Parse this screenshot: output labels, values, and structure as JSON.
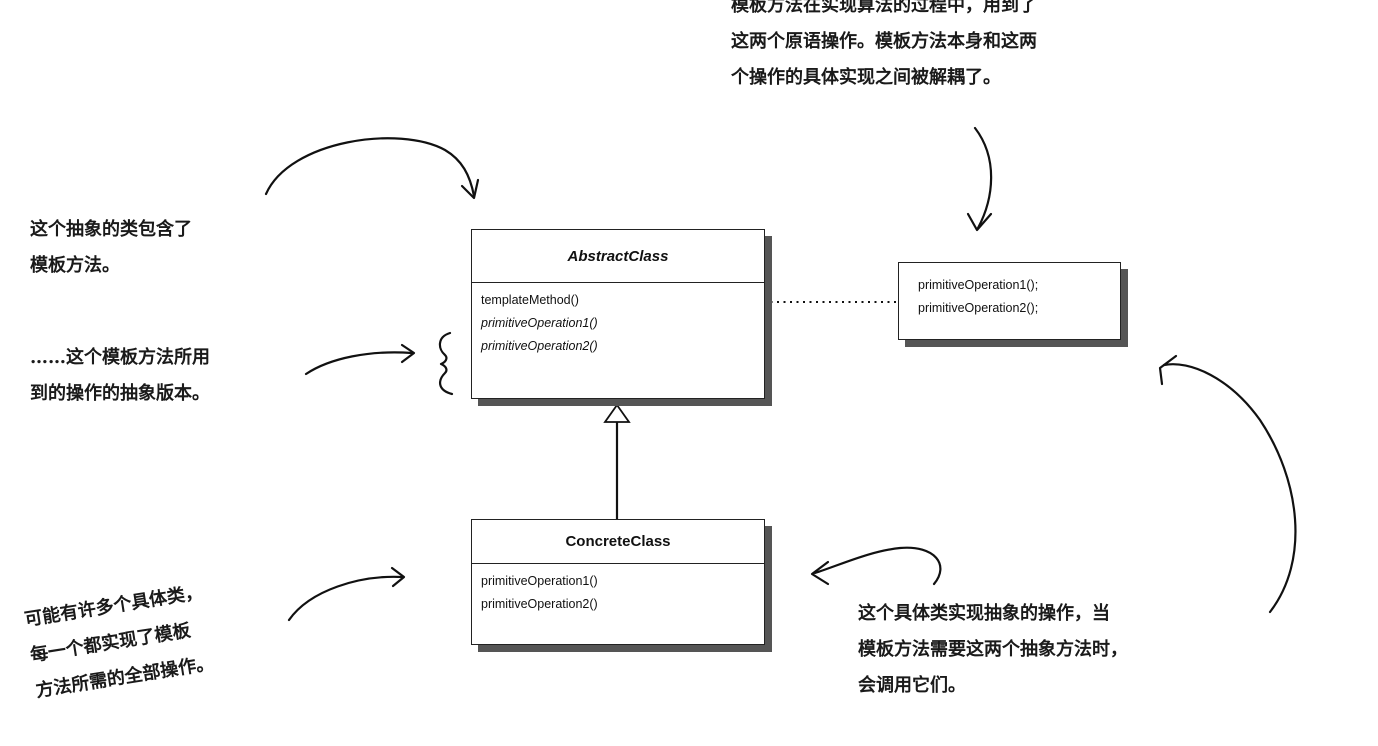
{
  "abstract_class": {
    "name": "AbstractClass",
    "methods": [
      "templateMethod()",
      "primitiveOperation1()",
      "primitiveOperation2()"
    ]
  },
  "concrete_class": {
    "name": "ConcreteClass",
    "methods": [
      "primitiveOperation1()",
      "primitiveOperation2()"
    ]
  },
  "template_body": {
    "lines": [
      "primitiveOperation1();",
      "primitiveOperation2();"
    ]
  },
  "annotations": {
    "top": "模板方法在实现算法的过程中，用到了\n这两个原语操作。模板方法本身和这两\n个操作的具体实现之间被解耦了。",
    "abstract_class": "这个抽象的类包含了\n模板方法。",
    "primitive_ops": "……这个模板方法所用\n到的操作的抽象版本。",
    "concrete_ops": "这个具体类实现抽象的操作，当\n模板方法需要这两个抽象方法时，\n会调用它们。",
    "many_concrete": "可能有许多个具体类，\n每一个都实现了模板\n方法所需的全部操作。"
  }
}
